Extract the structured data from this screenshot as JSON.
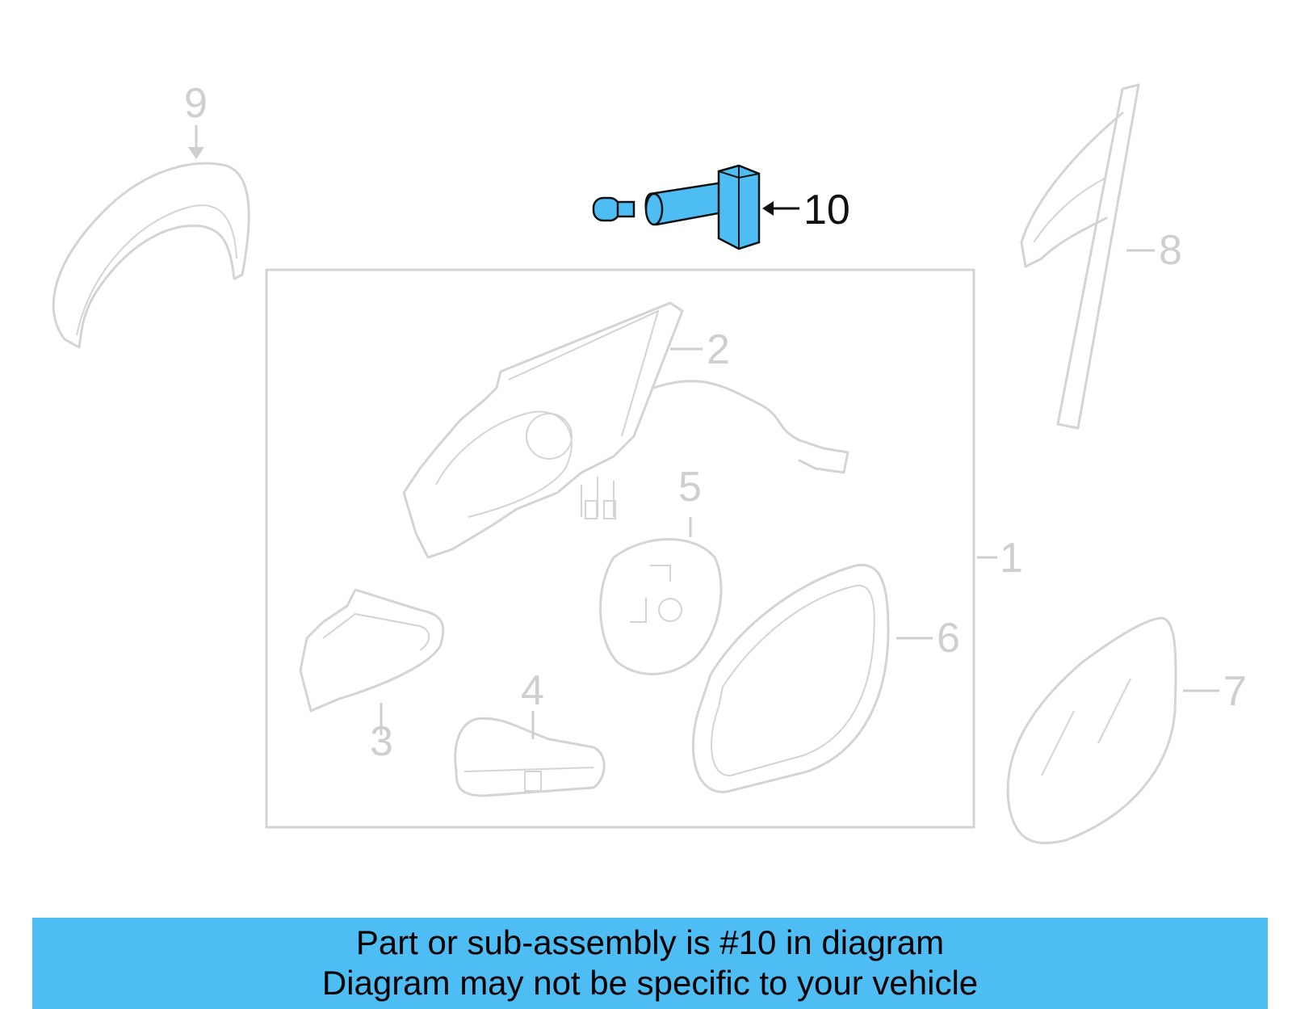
{
  "diagram": {
    "callouts": {
      "c1": "1",
      "c2": "2",
      "c3": "3",
      "c4": "4",
      "c5": "5",
      "c6": "6",
      "c7": "7",
      "c8": "8",
      "c9": "9",
      "c10": "10"
    },
    "highlighted_part": "10",
    "highlight_color": "#4dbdf3",
    "line_color": "#d4d4d4"
  },
  "banner": {
    "line1": "Part or sub-assembly is #10 in diagram",
    "line2": "Diagram may not be specific to your vehicle",
    "background": "#4dbdf3"
  }
}
